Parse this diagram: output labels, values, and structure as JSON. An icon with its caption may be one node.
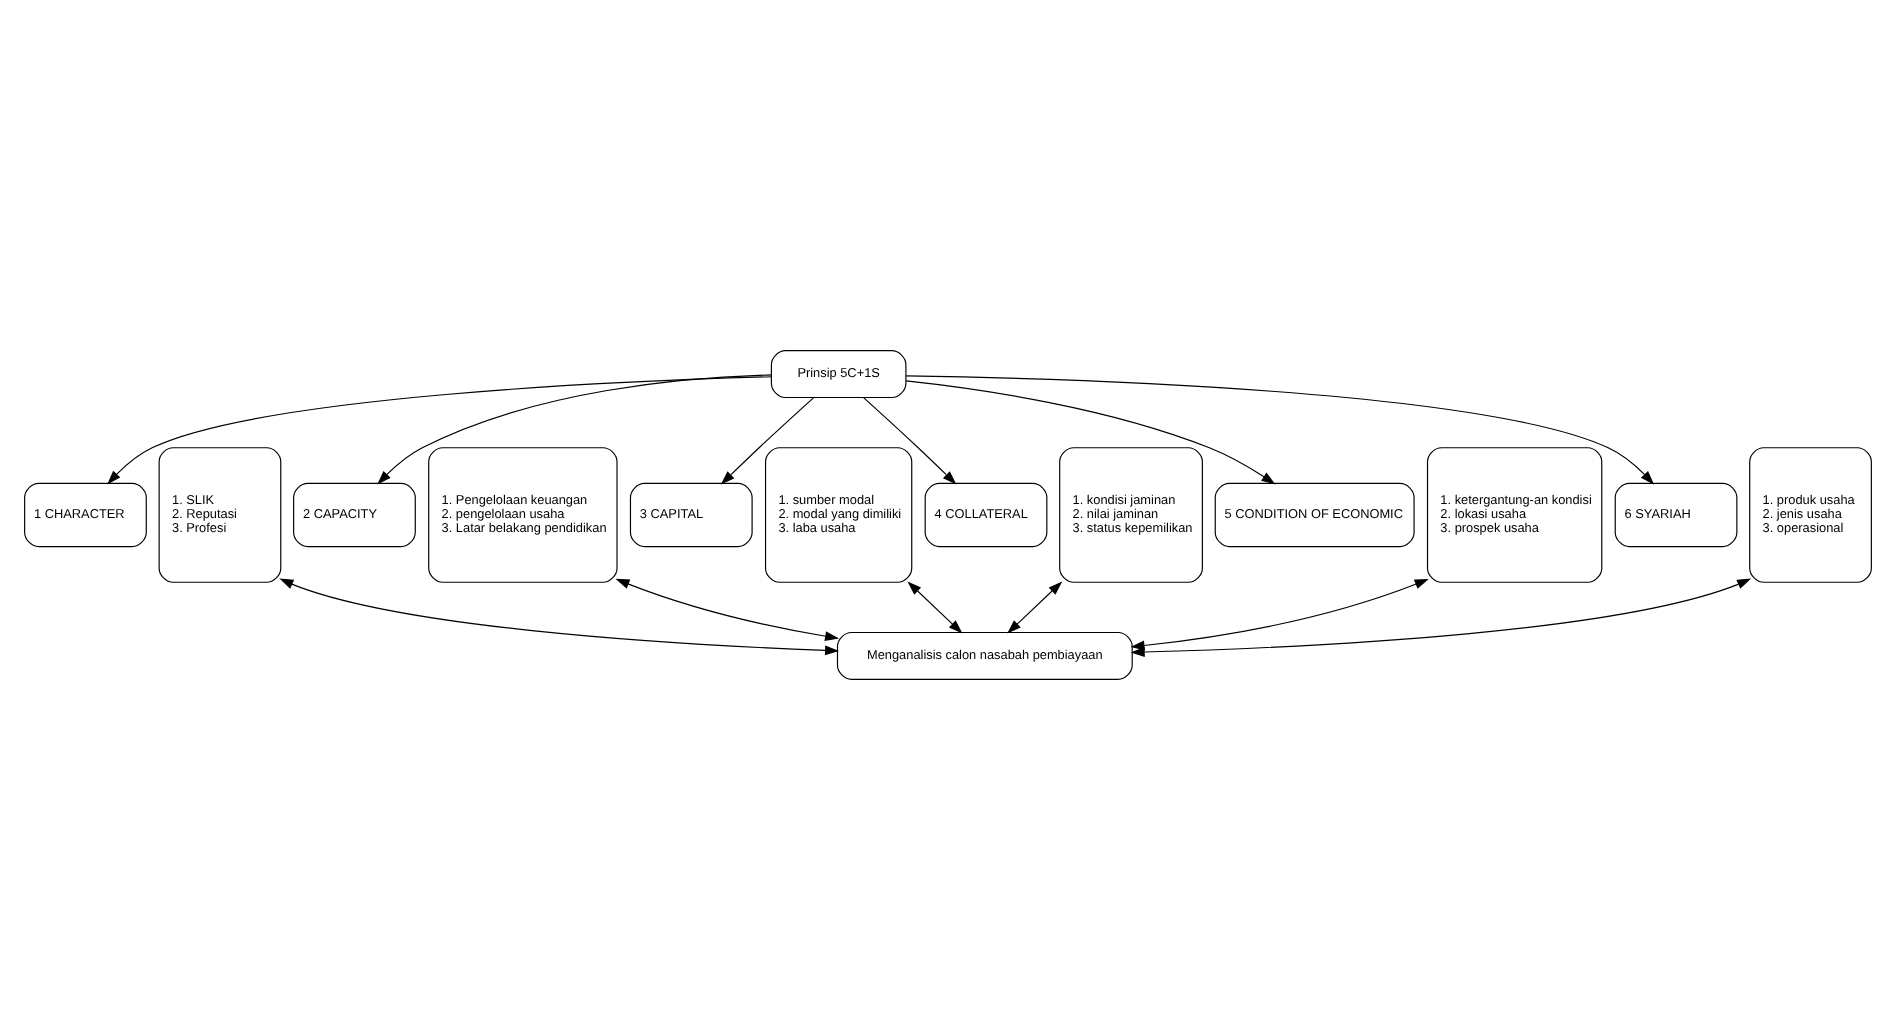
{
  "diagram": {
    "nodes": [
      {
        "text": [
          "Prinsip 5C+1S"
        ]
      },
      {
        "text": [
          "1 CHARACTER"
        ]
      },
      {
        "text": [
          "1. SLIK",
          "2. Reputasi",
          "3. Profesi"
        ]
      },
      {
        "text": [
          "2 CAPACITY"
        ]
      },
      {
        "text": [
          "1. Pengelolaan keuangan",
          "2. pengelolaan usaha",
          "3. Latar belakang pendidikan"
        ]
      },
      {
        "text": [
          "3 CAPITAL"
        ]
      },
      {
        "text": [
          "1. sumber modal",
          "2. modal yang dimiliki",
          "3. laba usaha"
        ]
      },
      {
        "text": [
          "4 COLLATERAL"
        ]
      },
      {
        "text": [
          "1. kondisi jaminan",
          "2. nilai jaminan",
          "3. status kepemilikan"
        ]
      },
      {
        "text": [
          "5 CONDITION OF ECONOMIC"
        ]
      },
      {
        "text": [
          "1. ketergantung-an kondisi",
          "2. lokasi usaha",
          "3. prospek usaha"
        ]
      },
      {
        "text": [
          "6 SYARIAH"
        ]
      },
      {
        "text": [
          "1. produk usaha",
          "2. jenis usaha",
          "3. operasional"
        ]
      },
      {
        "text": [
          "Menganalisis calon nasabah pembiayaan"
        ]
      }
    ],
    "edges": [
      {
        "from": 0,
        "to": 1,
        "arrow": "to"
      },
      {
        "from": 0,
        "to": 3,
        "arrow": "to"
      },
      {
        "from": 0,
        "to": 5,
        "arrow": "to"
      },
      {
        "from": 0,
        "to": 7,
        "arrow": "to"
      },
      {
        "from": 0,
        "to": 9,
        "arrow": "to"
      },
      {
        "from": 0,
        "to": 11,
        "arrow": "to"
      },
      {
        "from": 13,
        "to": 2,
        "arrow": "both"
      },
      {
        "from": 13,
        "to": 4,
        "arrow": "both"
      },
      {
        "from": 13,
        "to": 6,
        "arrow": "both"
      },
      {
        "from": 13,
        "to": 8,
        "arrow": "both"
      },
      {
        "from": 13,
        "to": 10,
        "arrow": "both"
      },
      {
        "from": 13,
        "to": 12,
        "arrow": "both"
      }
    ]
  }
}
